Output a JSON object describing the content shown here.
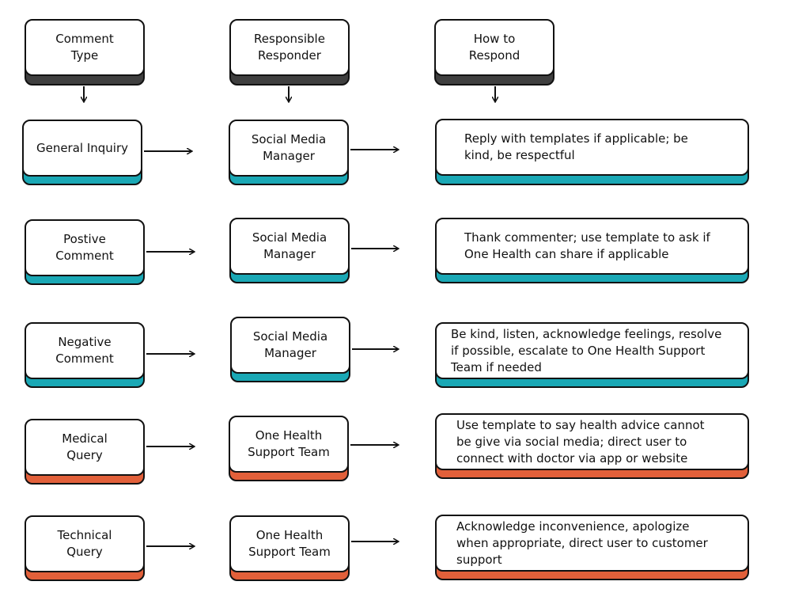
{
  "headers": {
    "comment_type": "Comment\nType",
    "responder": "Responsible\nResponder",
    "how": "How to\nRespond"
  },
  "rows": [
    {
      "type": "General Inquiry",
      "responder": "Social Media\nManager",
      "response": "Reply with templates if applicable; be\nkind, be respectful"
    },
    {
      "type": "Postive\nComment",
      "responder": "Social Media\nManager",
      "response": "Thank commenter; use template to ask if\nOne Health can share if applicable"
    },
    {
      "type": "Negative\nComment",
      "responder": "Social Media\nManager",
      "response": "Be kind, listen, acknowledge feelings, resolve\nif possible, escalate to One Health Support\nTeam if needed"
    },
    {
      "type": "Medical\nQuery",
      "responder": "One Health\nSupport Team",
      "response": "Use template to say health advice cannot\nbe give via social media; direct user to\nconnect with doctor via app or website"
    },
    {
      "type": "Technical\nQuery",
      "responder": "One Health\nSupport Team",
      "response": "Acknowledge inconvenience, apologize\nwhen appropriate, direct user to customer\nsupport"
    }
  ],
  "colors": {
    "header_shadow": "#3f3f3f",
    "social_media_shadow": "#1aa8b5",
    "support_team_shadow": "#e2603a"
  }
}
